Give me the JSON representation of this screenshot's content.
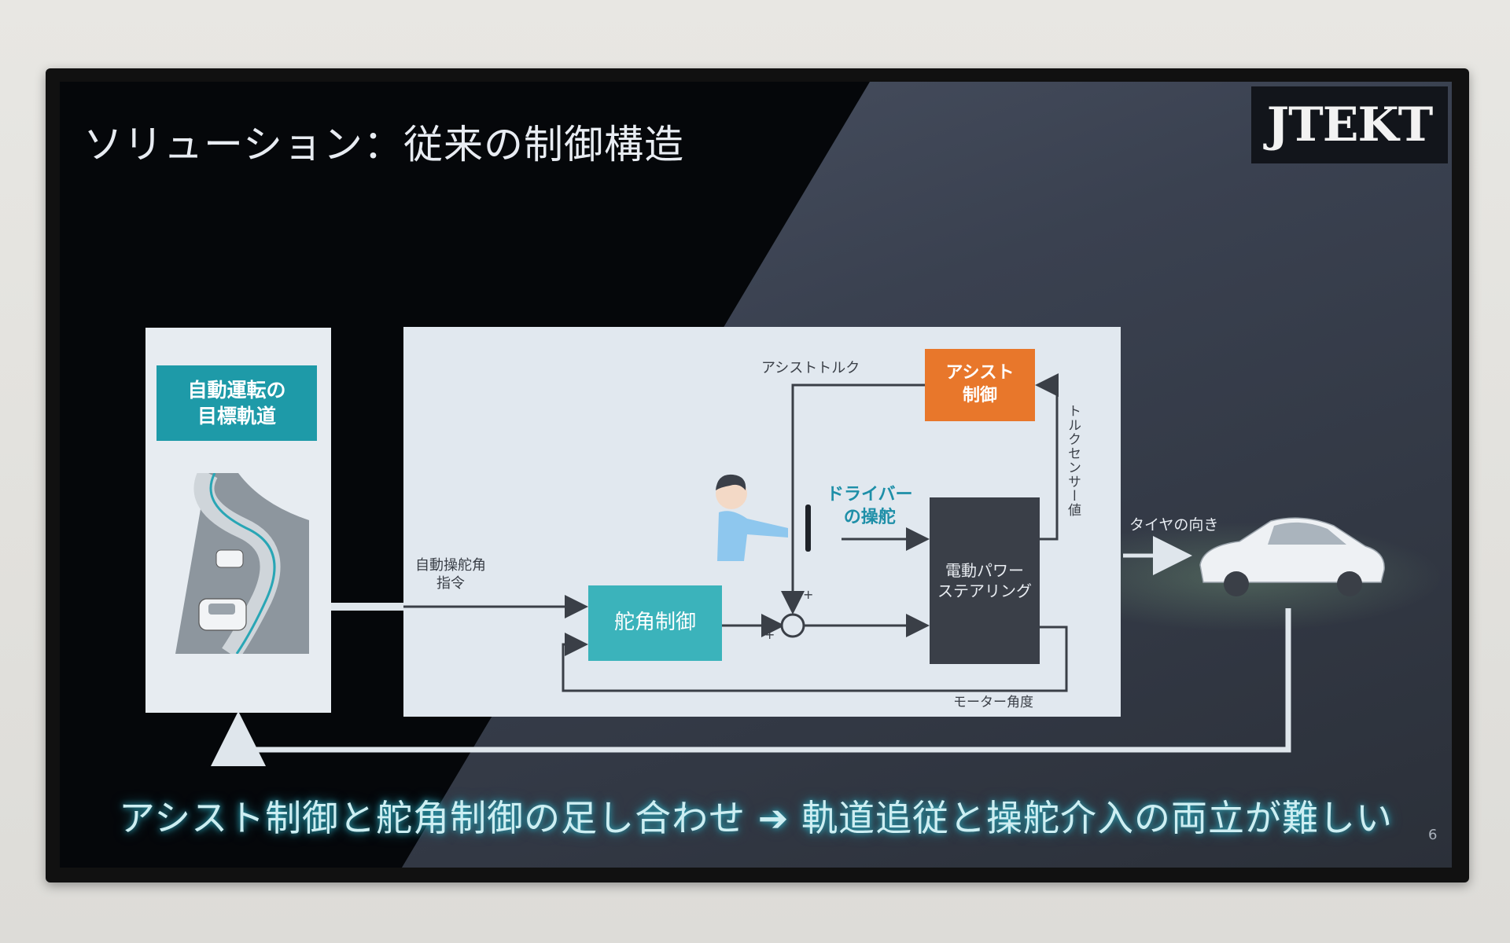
{
  "slide": {
    "title": "ソリューション：従来の制御構造",
    "logo": "JTEKT",
    "page_number": "6",
    "bottom_statement": "アシスト制御と舵角制御の足し合わせ ➔ 軌道追従と操舵介入の両立が難しい"
  },
  "left_panel": {
    "label": "自動運転の\n目標軌道"
  },
  "diagram": {
    "steering_angle_command": "自動操舵角\n指令",
    "steering_angle_control": "舵角制御",
    "assist_control": "アシスト\n制御",
    "assist_torque": "アシストトルク",
    "torque_sensor_value": "トルクセンサー値",
    "driver_steering": "ドライバー\nの操舵",
    "electric_power_steering": "電動パワー\nステアリング",
    "motor_angle": "モーター角度",
    "tire_direction": "タイヤの向き",
    "plus_top": "+",
    "plus_left": "+"
  },
  "colors": {
    "teal": "#1e9aa8",
    "steer_box": "#3bb3bb",
    "assist_orange": "#e8772b",
    "eps_dark": "#3a3f48",
    "panel_bg": "#e1e8ef",
    "line_dark": "#3a3f47"
  },
  "icons": [
    "road-illustration",
    "car-icon",
    "driver-icon",
    "steering-wheel-icon",
    "arrow-icon",
    "summing-junction-icon"
  ]
}
